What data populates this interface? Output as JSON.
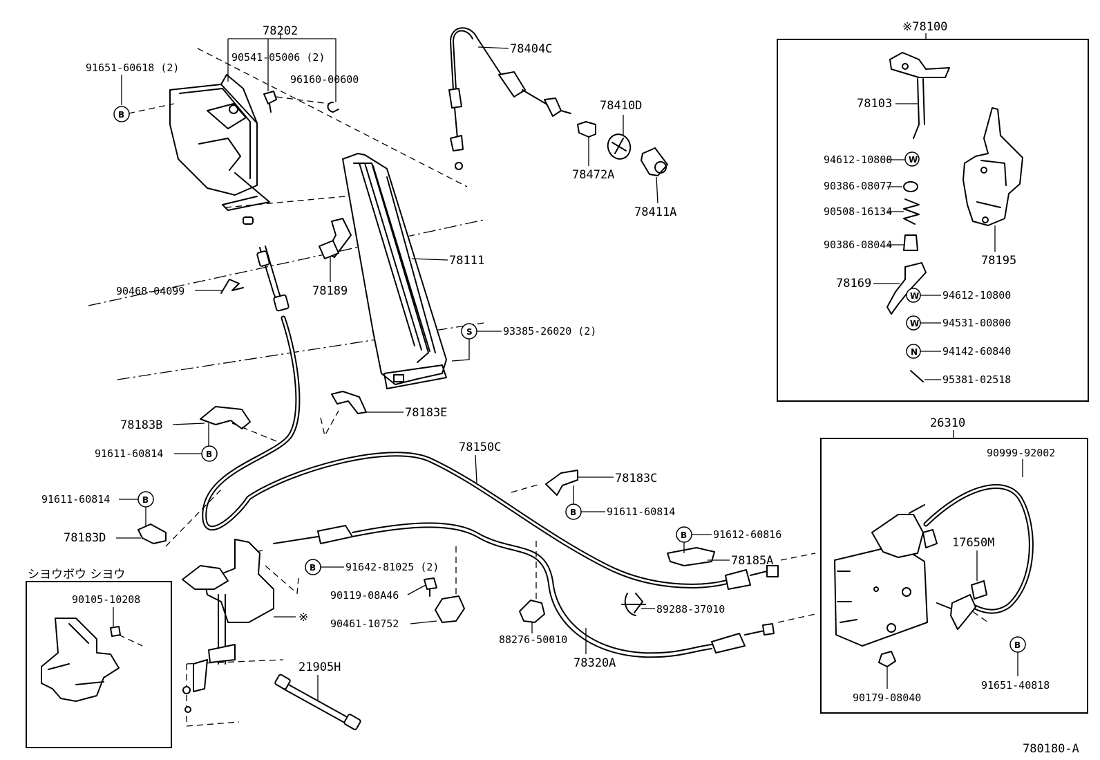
{
  "diagram_id": "780180-A",
  "inset_title": "シヨウボウ シヨウ",
  "asterisk_mark": "※",
  "symbols": {
    "B": "B",
    "S": "S",
    "W": "W",
    "N": "N"
  },
  "parts": {
    "p78202": "78202",
    "p90541": "90541-05006 (2)",
    "p96160": "96160-00600",
    "p91651a": "91651-60618 (2)",
    "p78404C": "78404C",
    "p78410D": "78410D",
    "p78472A": "78472A",
    "p78411A": "78411A",
    "p78111": "78111",
    "p78189": "78189",
    "p90468": "90468-04099",
    "p93385": "93385-26020 (2)",
    "p78183E": "78183E",
    "p78183B": "78183B",
    "p91611a": "91611-60814",
    "p78150C": "78150C",
    "p78183C": "78183C",
    "p91611b": "91611-60814",
    "p91611c": "91611-60814",
    "p78183D": "78183D",
    "p91612": "91612-60816",
    "p78185A": "78185A",
    "p91642": "91642-81025 (2)",
    "p90119": "90119-08A46",
    "p90461": "90461-10752",
    "p88276": "88276-50010",
    "p89288": "89288-37010",
    "p78320A": "78320A",
    "p21905H": "21905H",
    "p90105": "90105-10208",
    "p78100": "※78100",
    "p78103": "78103",
    "p94612a": "94612-10800",
    "p90386a": "90386-08077",
    "p90508": "90508-16134",
    "p90386b": "90386-08044",
    "p78169": "78169",
    "p94612b": "94612-10800",
    "p94531": "94531-00800",
    "p94142": "94142-60840",
    "p95381": "95381-02518",
    "p78195": "78195",
    "p26310": "26310",
    "p90999": "90999-92002",
    "p17650M": "17650M",
    "p90179": "90179-08040",
    "p91651b": "91651-40818"
  }
}
